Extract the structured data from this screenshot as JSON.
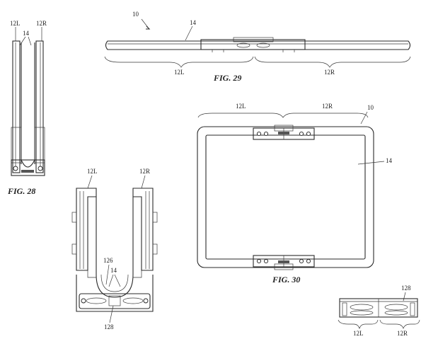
{
  "labels": {
    "device": "10",
    "display": "14",
    "left_half": "12L",
    "right_half": "12R",
    "ref_126": "126",
    "ref_128": "128"
  },
  "figures": {
    "fig28": "FIG. 28",
    "fig29": "FIG. 29",
    "fig30": "FIG. 30"
  }
}
